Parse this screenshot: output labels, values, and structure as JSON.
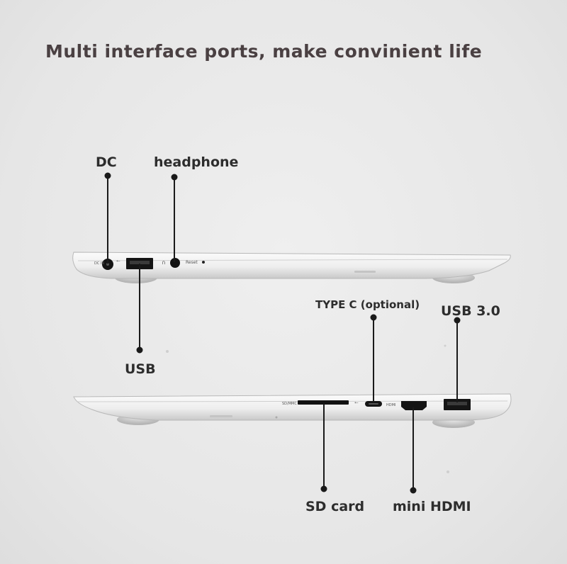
{
  "headline": "Multi interface ports, make convinient life",
  "labels": {
    "dc": "DC",
    "headphone": "headphone",
    "usb": "USB",
    "type_c": "TYPE C (optional)",
    "usb3": "USB 3.0",
    "sd_card": "SD card",
    "mini_hdmi": "mini HDMI"
  },
  "side_markings": {
    "dc_in": "DC IN",
    "reset": "Reset",
    "hdmi": "HDMI",
    "sd": "SD/MMC"
  },
  "colors": {
    "background": "#e9e9e9",
    "headline": "#4a4042",
    "label": "#2d2d2d",
    "laptop_silver": "#f3f3f3",
    "port_black": "#111111",
    "pointer_line": "#1a1a1a"
  }
}
